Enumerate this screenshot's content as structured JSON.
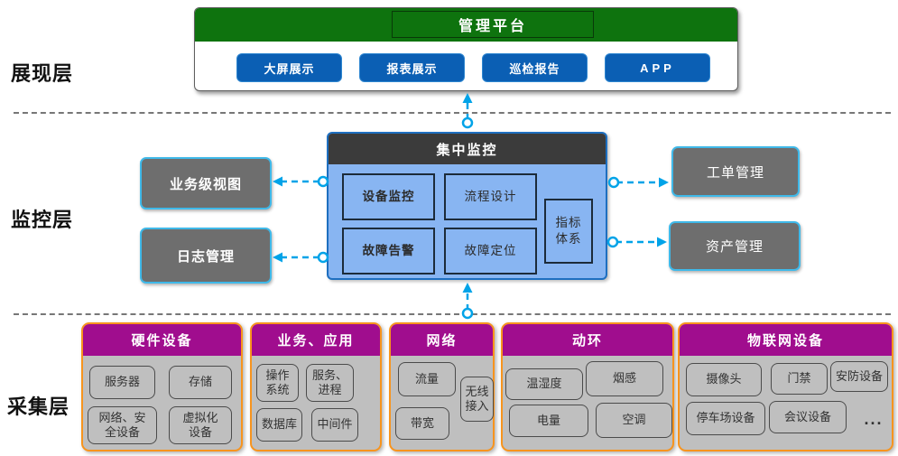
{
  "colors": {
    "green_header": "#0E730E",
    "blue_button": "#0B5FB4",
    "center_bg": "#88B5F2",
    "center_header": "#3B3B3B",
    "side_box": "#6E6E6E",
    "side_box_border": "#3FB9E9",
    "magenta_header": "#A00D8E",
    "orange_border": "#F7941E",
    "group_bg": "#BFBFBF",
    "arrow": "#00A3E8"
  },
  "layers": [
    {
      "label": "展现层"
    },
    {
      "label": "监控层"
    },
    {
      "label": "采集层"
    }
  ],
  "presentation": {
    "platform_title": "管理平台",
    "buttons": [
      {
        "label": "大屏展示"
      },
      {
        "label": "报表展示"
      },
      {
        "label": "巡检报告"
      },
      {
        "label": "APP"
      }
    ]
  },
  "monitoring": {
    "center_title": "集中监控",
    "modules": [
      {
        "label": "设备监控"
      },
      {
        "label": "流程设计"
      },
      {
        "label": "故障告警"
      },
      {
        "label": "故障定位"
      },
      {
        "label": "指标\n体系"
      }
    ],
    "left_boxes": [
      {
        "label": "业务级视图"
      },
      {
        "label": "日志管理"
      }
    ],
    "right_boxes": [
      {
        "label": "工单管理"
      },
      {
        "label": "资产管理"
      }
    ]
  },
  "collection": {
    "groups": [
      {
        "title": "硬件设备",
        "items": [
          {
            "label": "服务器"
          },
          {
            "label": "存储"
          },
          {
            "label": "网络、安\n全设备"
          },
          {
            "label": "虚拟化\n设备"
          }
        ]
      },
      {
        "title": "业务、应用",
        "items": [
          {
            "label": "操作\n系统"
          },
          {
            "label": "服务、\n进程"
          },
          {
            "label": "数据库"
          },
          {
            "label": "中间件"
          }
        ]
      },
      {
        "title": "网络",
        "items": [
          {
            "label": "流量"
          },
          {
            "label": "无线\n接入"
          },
          {
            "label": "带宽"
          }
        ]
      },
      {
        "title": "动环",
        "items": [
          {
            "label": "温湿度"
          },
          {
            "label": "烟感"
          },
          {
            "label": "电量"
          },
          {
            "label": "空调"
          }
        ]
      },
      {
        "title": "物联网设备",
        "items": [
          {
            "label": "摄像头"
          },
          {
            "label": "门禁"
          },
          {
            "label": "安防设备"
          },
          {
            "label": "停车场设备"
          },
          {
            "label": "会议设备"
          }
        ],
        "more": "..."
      }
    ]
  }
}
